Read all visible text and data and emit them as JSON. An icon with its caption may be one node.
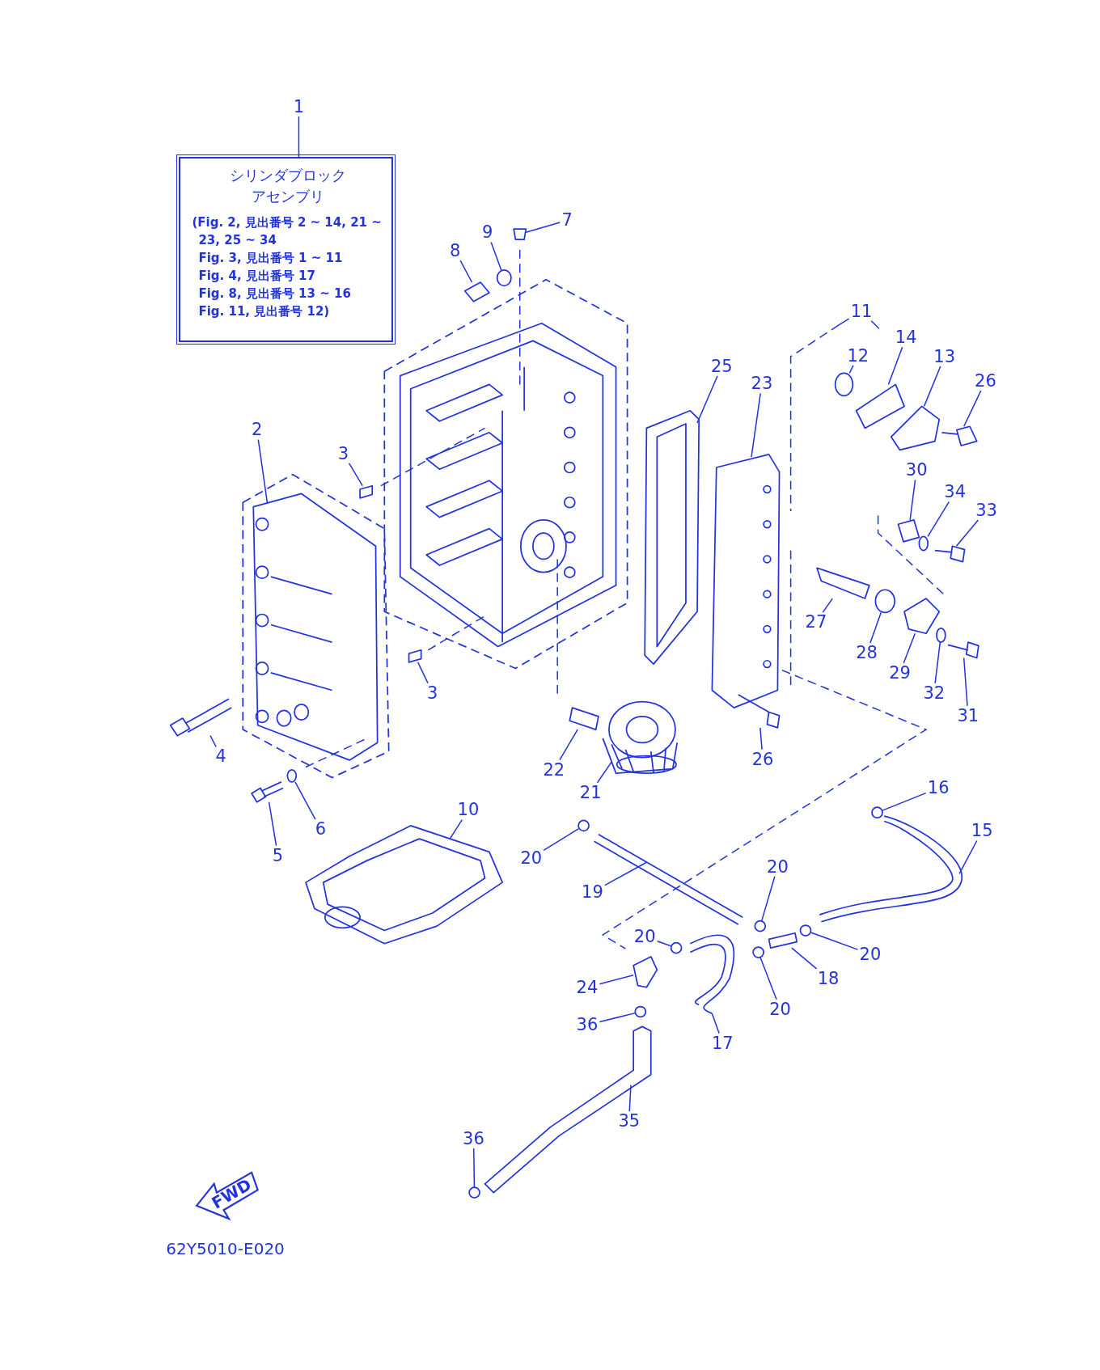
{
  "diagram": {
    "nodes": [
      {
        "text": [
          "1"
        ]
      },
      {
        "text": [
          "シリンダブロックアセンブリ",
          "(Fig. 2, 見出番号 2 ~ 14, 21 ~ 23, 25 ~ 34",
          "Fig. 3, 見出番号 1 ~ 11",
          "Fig. 4, 見出番号 17",
          "Fig. 8, 見出番号 13 ~ 16",
          "Fig. 11, 見出番号 12)"
        ]
      },
      {
        "text": [
          "7"
        ]
      },
      {
        "text": [
          "9"
        ]
      },
      {
        "text": [
          "8"
        ]
      },
      {
        "text": [
          "11"
        ]
      },
      {
        "text": [
          "14"
        ]
      },
      {
        "text": [
          "12"
        ]
      },
      {
        "text": [
          "13"
        ]
      },
      {
        "text": [
          "25"
        ]
      },
      {
        "text": [
          "26"
        ]
      },
      {
        "text": [
          "23"
        ]
      },
      {
        "text": [
          "2"
        ]
      },
      {
        "text": [
          "3"
        ]
      },
      {
        "text": [
          "30"
        ]
      },
      {
        "text": [
          "34"
        ]
      },
      {
        "text": [
          "33"
        ]
      },
      {
        "text": [
          "27"
        ]
      },
      {
        "text": [
          "28"
        ]
      },
      {
        "text": [
          "29"
        ]
      },
      {
        "text": [
          "32"
        ]
      },
      {
        "text": [
          "3"
        ]
      },
      {
        "text": [
          "31"
        ]
      },
      {
        "text": [
          "4"
        ]
      },
      {
        "text": [
          "26"
        ]
      },
      {
        "text": [
          "22"
        ]
      },
      {
        "text": [
          "16"
        ]
      },
      {
        "text": [
          "21"
        ]
      },
      {
        "text": [
          "10"
        ]
      },
      {
        "text": [
          "6"
        ]
      },
      {
        "text": [
          "15"
        ]
      },
      {
        "text": [
          "5"
        ]
      },
      {
        "text": [
          "20"
        ]
      },
      {
        "text": [
          "20"
        ]
      },
      {
        "text": [
          "19"
        ]
      },
      {
        "text": [
          "20"
        ]
      },
      {
        "text": [
          "20"
        ]
      },
      {
        "text": [
          "18"
        ]
      },
      {
        "text": [
          "24"
        ]
      },
      {
        "text": [
          "20"
        ]
      },
      {
        "text": [
          "36"
        ]
      },
      {
        "text": [
          "17"
        ]
      },
      {
        "text": [
          "35"
        ]
      },
      {
        "text": [
          "36"
        ]
      },
      {
        "text": [],
        "shape": "box"
      },
      {
        "text": [],
        "shape": "circle"
      },
      {
        "text": [],
        "shape": "box"
      },
      {
        "text": [],
        "shape": "box"
      },
      {
        "text": [],
        "shape": "circle"
      },
      {
        "text": [],
        "shape": "box"
      },
      {
        "text": [],
        "shape": "picture"
      },
      {
        "text": [],
        "shape": "picture"
      },
      {
        "text": [],
        "shape": "picture"
      },
      {
        "text": [],
        "shape": "picture"
      },
      {
        "text": [],
        "shape": "box"
      },
      {
        "text": [],
        "shape": "box"
      },
      {
        "text": [],
        "shape": "circle"
      },
      {
        "text": [],
        "shape": "picture"
      },
      {
        "text": [],
        "shape": "box"
      },
      {
        "text": [],
        "shape": "circle"
      },
      {
        "text": [],
        "shape": "box"
      },
      {
        "text": [],
        "shape": "circle"
      },
      {
        "text": [],
        "shape": "box"
      },
      {
        "text": [],
        "shape": "picture"
      },
      {
        "text": [],
        "shape": "picture"
      },
      {
        "text": [],
        "shape": "picture"
      },
      {
        "text": [],
        "shape": "box"
      },
      {
        "text": [],
        "shape": "circle"
      },
      {
        "text": [],
        "shape": "picture"
      },
      {
        "text": [],
        "shape": "picture"
      },
      {
        "text": [],
        "shape": "circle"
      },
      {
        "text": [],
        "shape": "picture"
      },
      {
        "text": [],
        "shape": "picture"
      },
      {
        "text": [],
        "shape": "circle"
      },
      {
        "text": [],
        "shape": "circle"
      },
      {
        "text": [],
        "shape": "picture"
      },
      {
        "text": [],
        "shape": "circle"
      },
      {
        "text": [],
        "shape": "circle"
      },
      {
        "text": [],
        "shape": "box"
      },
      {
        "text": [],
        "shape": "box"
      },
      {
        "text": [],
        "shape": "circle"
      },
      {
        "text": [],
        "shape": "circle"
      },
      {
        "text": [],
        "shape": "picture"
      },
      {
        "text": [],
        "shape": "picture"
      },
      {
        "text": [],
        "shape": "circle"
      }
    ],
    "edges": [
      {
        "from": 0,
        "to": 1,
        "arrow": "none"
      },
      {
        "from": 2,
        "to": 44,
        "arrow": "none"
      },
      {
        "from": 3,
        "to": 45,
        "arrow": "none"
      },
      {
        "from": 4,
        "to": 46,
        "arrow": "none"
      },
      {
        "from": 5,
        "to": null,
        "arrow": "none"
      },
      {
        "from": 5,
        "to": null,
        "arrow": "none"
      },
      {
        "from": 6,
        "to": 47,
        "arrow": "none"
      },
      {
        "from": 7,
        "to": 48,
        "arrow": "none"
      },
      {
        "from": 8,
        "to": 49,
        "arrow": "none"
      },
      {
        "from": 9,
        "to": 50,
        "arrow": "none"
      },
      {
        "from": 10,
        "to": 51,
        "arrow": "none"
      },
      {
        "from": 11,
        "to": 52,
        "arrow": "none"
      },
      {
        "from": 12,
        "to": 53,
        "arrow": "none"
      },
      {
        "from": 13,
        "to": 54,
        "arrow": "none"
      },
      {
        "from": 14,
        "to": 55,
        "arrow": "none"
      },
      {
        "from": 15,
        "to": 56,
        "arrow": "none"
      },
      {
        "from": 16,
        "to": 57,
        "arrow": "none"
      },
      {
        "from": 17,
        "to": 58,
        "arrow": "none"
      },
      {
        "from": 18,
        "to": 59,
        "arrow": "none"
      },
      {
        "from": 19,
        "to": 60,
        "arrow": "none"
      },
      {
        "from": 20,
        "to": 61,
        "arrow": "none"
      },
      {
        "from": 21,
        "to": 62,
        "arrow": "none"
      },
      {
        "from": 22,
        "to": 63,
        "arrow": "none"
      },
      {
        "from": 23,
        "to": 64,
        "arrow": "none"
      },
      {
        "from": 24,
        "to": 65,
        "arrow": "none"
      },
      {
        "from": 25,
        "to": 66,
        "arrow": "none"
      },
      {
        "from": 26,
        "to": 67,
        "arrow": "none"
      },
      {
        "from": 27,
        "to": 68,
        "arrow": "none"
      },
      {
        "from": 28,
        "to": 69,
        "arrow": "none"
      },
      {
        "from": 29,
        "to": 70,
        "arrow": "none"
      },
      {
        "from": 30,
        "to": 71,
        "arrow": "none"
      },
      {
        "from": 31,
        "to": 72,
        "arrow": "none"
      },
      {
        "from": 32,
        "to": 73,
        "arrow": "none"
      },
      {
        "from": 33,
        "to": 74,
        "arrow": "none"
      },
      {
        "from": 34,
        "to": 75,
        "arrow": "none"
      },
      {
        "from": 35,
        "to": 76,
        "arrow": "none"
      },
      {
        "from": 36,
        "to": 77,
        "arrow": "none"
      },
      {
        "from": 37,
        "to": 78,
        "arrow": "none"
      },
      {
        "from": 38,
        "to": 79,
        "arrow": "none"
      },
      {
        "from": 39,
        "to": 80,
        "arrow": "none"
      },
      {
        "from": 40,
        "to": 81,
        "arrow": "none"
      },
      {
        "from": 41,
        "to": 82,
        "arrow": "none"
      },
      {
        "from": 42,
        "to": 83,
        "arrow": "none"
      },
      {
        "from": 43,
        "to": 84,
        "arrow": "none"
      }
    ],
    "labels": [
      "FWD",
      "62Y5010-E020"
    ]
  }
}
